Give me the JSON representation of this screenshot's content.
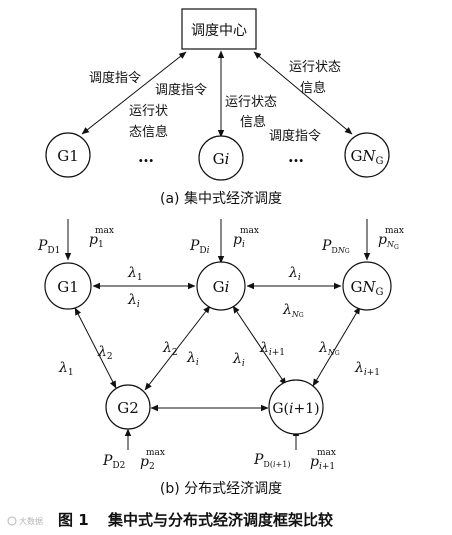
{
  "colors": {
    "ink": "#111111",
    "background": "#ffffff",
    "watermark": "#b5b5b5"
  },
  "part_a": {
    "center_label": "调度中心",
    "node_g1": "G1",
    "node_gi_base": "G",
    "node_gi_sub": "i",
    "node_gn_base": "G",
    "node_gn_n": "N",
    "node_gn_sub": "G",
    "label_left_cmd": "调度指令",
    "label_left_status_1": "运行状",
    "label_left_status_2": "态信息",
    "label_mid_cmd": "调度指令",
    "label_mid_status_1": "运行状态",
    "label_mid_status_2": "信息",
    "label_right_status_1": "运行状态",
    "label_right_status_2": "信息",
    "label_right_cmd": "调度指令",
    "ellipsis": "…",
    "caption": "(a) 集中式经济调度"
  },
  "part_b": {
    "node_g1": "G1",
    "node_gi_base": "G",
    "node_gi_sub": "i",
    "node_gn_base": "G",
    "node_gn_n": "N",
    "node_gn_sub": "G",
    "node_g2": "G2",
    "node_gi1_pre": "G(",
    "node_gi1_i": "i",
    "node_gi1_post": "+1)",
    "P": "P",
    "p": "p",
    "max": "max",
    "D": "D",
    "sub_1": "1",
    "sub_i": "i",
    "sub_2": "2",
    "sub_NG_N": "N",
    "sub_NG_G": "G",
    "sub_i1_i": "i",
    "sub_i1_plus": "+1",
    "sub_i1_paren_open": "(",
    "sub_i1_paren_close": ")",
    "lambda": "λ",
    "caption": "(b) 分布式经济调度"
  },
  "figure_caption_num": "图 1",
  "figure_caption_text": "集中式与分布式经济调度框架比较",
  "watermark": "大数据"
}
